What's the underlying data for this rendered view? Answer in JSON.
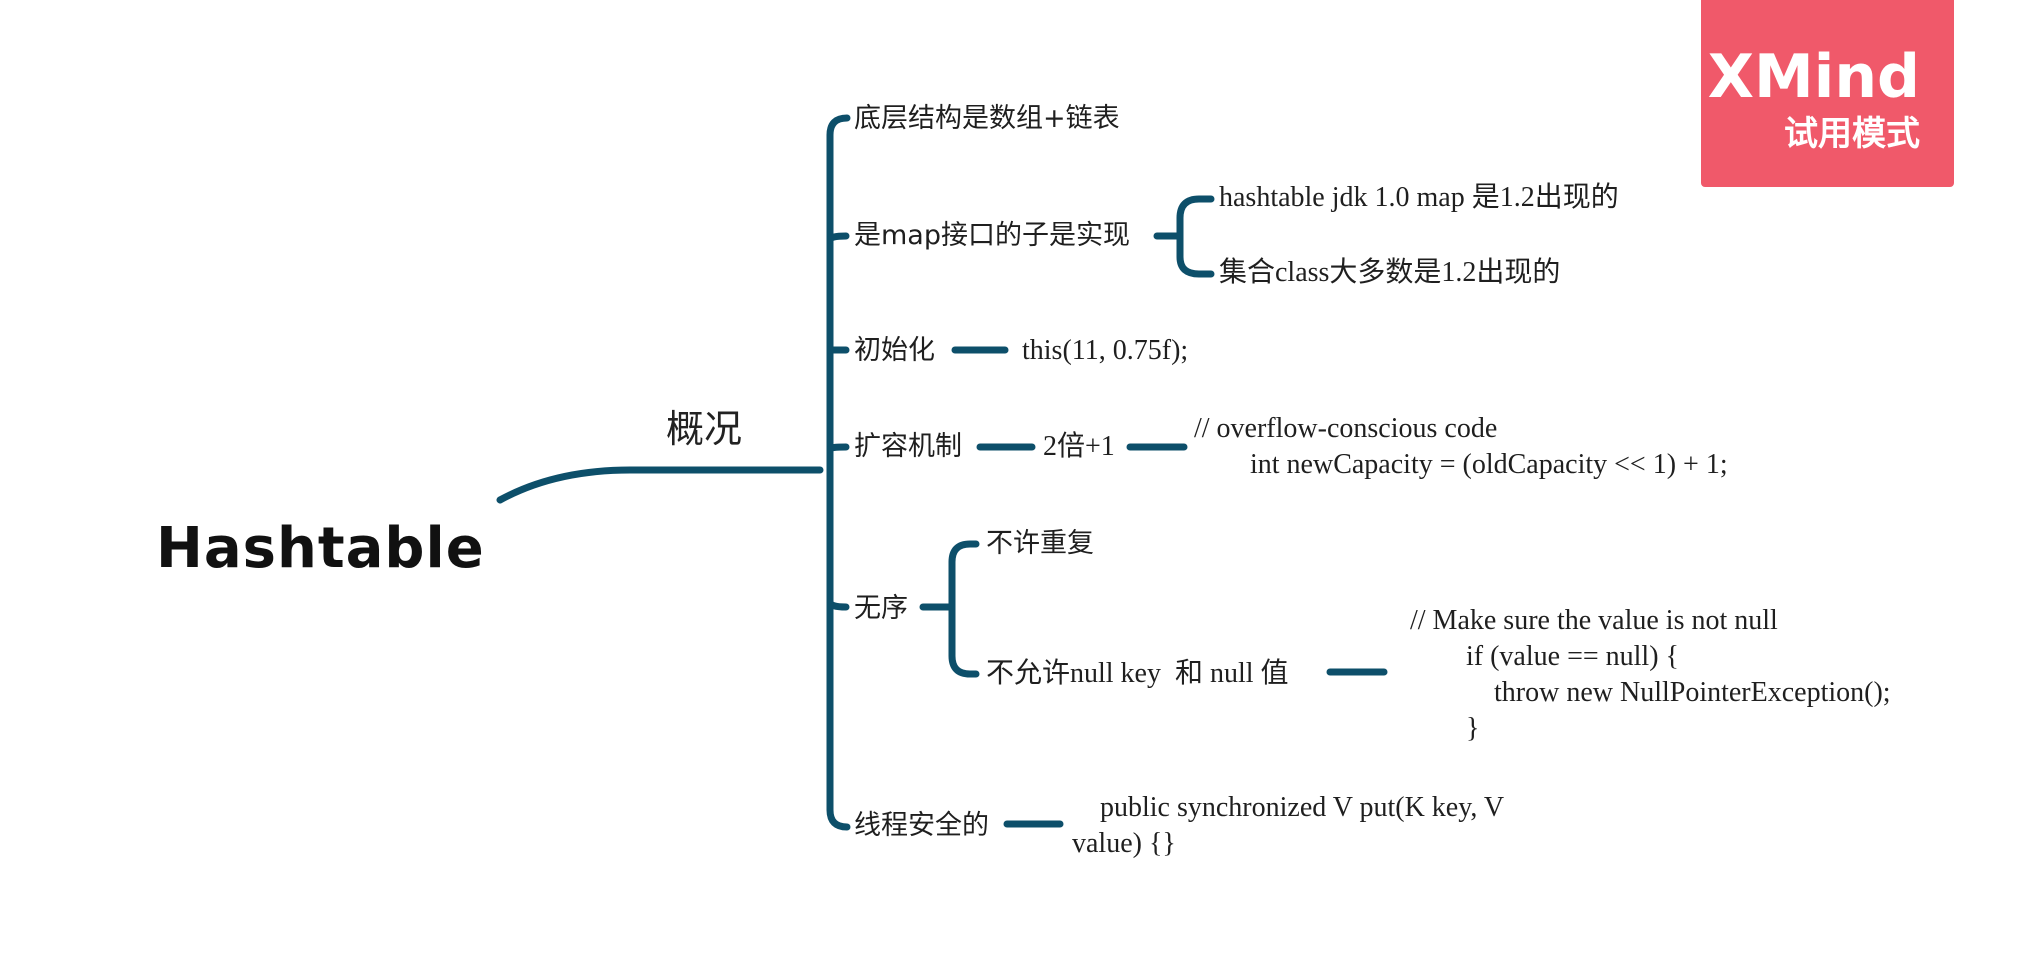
{
  "root": {
    "label": "Hashtable"
  },
  "main_topic": {
    "label": "概况"
  },
  "branches": [
    {
      "label": "底层结构是数组+链表"
    },
    {
      "label": "是map接口的子是实现",
      "children": [
        "hashtable jdk 1.0 map 是1.2出现的",
        "集合class大多数是1.2出现的"
      ]
    },
    {
      "label": "初始化",
      "detail": "this(11, 0.75f);"
    },
    {
      "label": "扩容机制",
      "middle": "2倍+1",
      "code": [
        "// overflow-conscious code",
        "        int newCapacity = (oldCapacity << 1) + 1;"
      ]
    },
    {
      "label": "无序",
      "children": [
        "不许重复",
        "不允许null key  和 null 值"
      ],
      "code": [
        "// Make sure the value is not null",
        "        if (value == null) {",
        "            throw new NullPointerException();",
        "        }"
      ]
    },
    {
      "label": "线程安全的",
      "code": [
        "    public synchronized V put(K key, V",
        "value) {}"
      ]
    }
  ],
  "watermark": {
    "brand": "XMind",
    "mode": "试用模式",
    "color": "#f0596a"
  },
  "colors": {
    "connector": "#0d4f6a",
    "text": "#1f1f1f",
    "background": "#ffffff"
  }
}
